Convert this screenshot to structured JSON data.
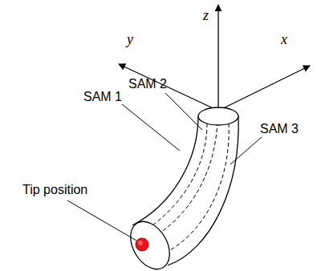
{
  "diagram": {
    "labels": [
      "z",
      "y",
      "x",
      "SAM 2",
      "SAM 1",
      "SAM 3",
      "Tip position"
    ]
  }
}
